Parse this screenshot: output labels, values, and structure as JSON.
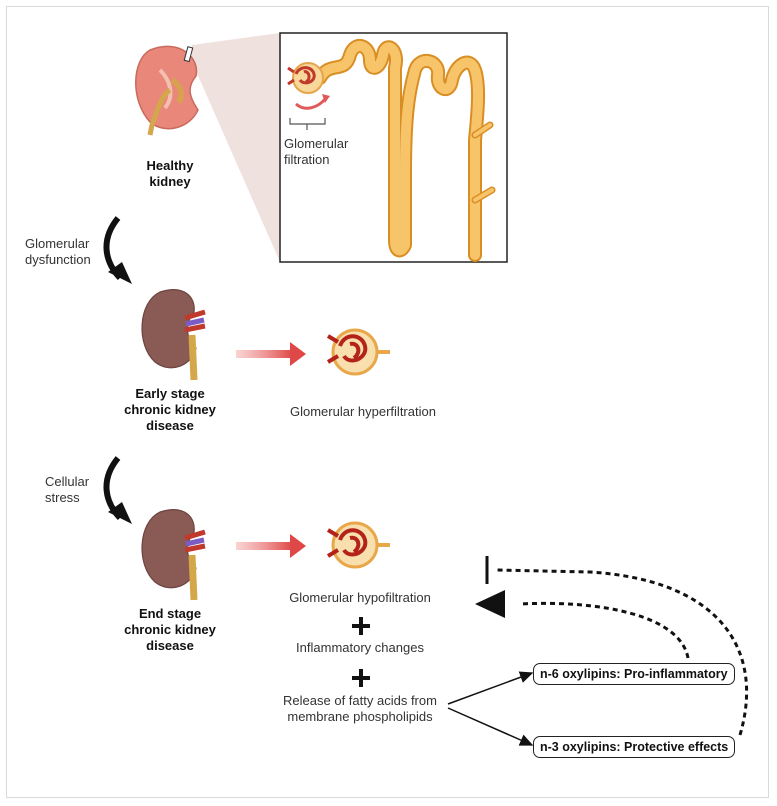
{
  "stage1": {
    "label": "Healthy\nkidney",
    "inset_label": "Glomerular\nfiltration"
  },
  "transition1": "Glomerular\ndysfunction",
  "stage2": {
    "label": "Early stage\nchronic kidney\ndisease",
    "effect": "Glomerular hyperfiltration"
  },
  "transition2": "Cellular\nstress",
  "stage3": {
    "label": "End stage\nchronic kidney\ndisease",
    "effects": [
      "Glomerular hypofiltration",
      "Inflammatory changes",
      "Release of fatty acids from\nmembrane phospholipids"
    ],
    "plus": "+"
  },
  "oxylipins": {
    "n6": "n-6 oxylipins: Pro-inflammatory",
    "n3": "n-3 oxylipins: Protective effects"
  },
  "colors": {
    "healthy_kidney": "#e8877a",
    "ckd_kidney": "#8a5a55",
    "tubule": "#f5b041",
    "vessel": "#c0392b",
    "arrow_red": "#e05a5a"
  }
}
